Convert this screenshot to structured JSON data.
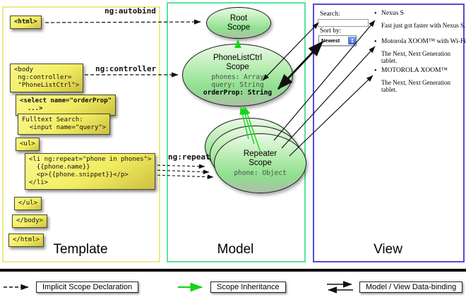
{
  "columns": {
    "template": {
      "label": "Template"
    },
    "model": {
      "label": "Model"
    },
    "view": {
      "label": "View"
    }
  },
  "annotations": {
    "autobind": "ng:autobind",
    "controller": "ng:controller",
    "repeat": "ng:repeat"
  },
  "template_code": {
    "html_open": "<html>",
    "body_open": "<body\n ng:controller=\n \"PhoneListCtrl\">",
    "select": "<select name=\"orderProp\"\n  ...>",
    "fulltext": "Fulltext Search:\n  <input name=\"query\">",
    "ul_open": "<ul>",
    "li_repeat": "<li ng:repeat=\"phone in phones\">\n  {{phone.name}}\n  <p>{{phone.snippet}}</p>\n</li>",
    "ul_close": "</ul>",
    "body_close": "</body>",
    "html_close": "</html>"
  },
  "scopes": {
    "root": {
      "title": "Root\nScope"
    },
    "phonelist": {
      "title": "PhoneListCtrl\nScope",
      "props": "phones: Array\nquery: String",
      "bold_prop": "orderProp: String"
    },
    "repeater": {
      "title": "Repeater\nScope",
      "prop": "phone: Object"
    }
  },
  "view": {
    "search_label": "Search:",
    "sort_label": "Sort by:",
    "sort_value": "Newest",
    "bullet": "•",
    "items": [
      {
        "title": "Nexus S",
        "desc": "Fast just got faster with Nexus S."
      },
      {
        "title": "Motorola XOOM™ with Wi-Fi",
        "desc": "The Next, Next Generation tablet."
      },
      {
        "title": "MOTOROLA XOOM™",
        "desc": "The Next, Next Generation tablet."
      }
    ]
  },
  "legend": {
    "implicit": "Implicit Scope Declaration",
    "inheritance": "Scope Inheritance",
    "databinding": "Model / View Data-binding"
  },
  "icons": {
    "stepper_up": "▲",
    "stepper_down": "▼"
  },
  "colors": {
    "template_border": "#ece98a",
    "model_border": "#57e3a0",
    "view_border": "#5a49d6",
    "scope_fill": "#8fe08f",
    "box_yellow": "#f2ec62",
    "inheritance_arrow": "#17d417",
    "arrow_black": "#111111"
  }
}
